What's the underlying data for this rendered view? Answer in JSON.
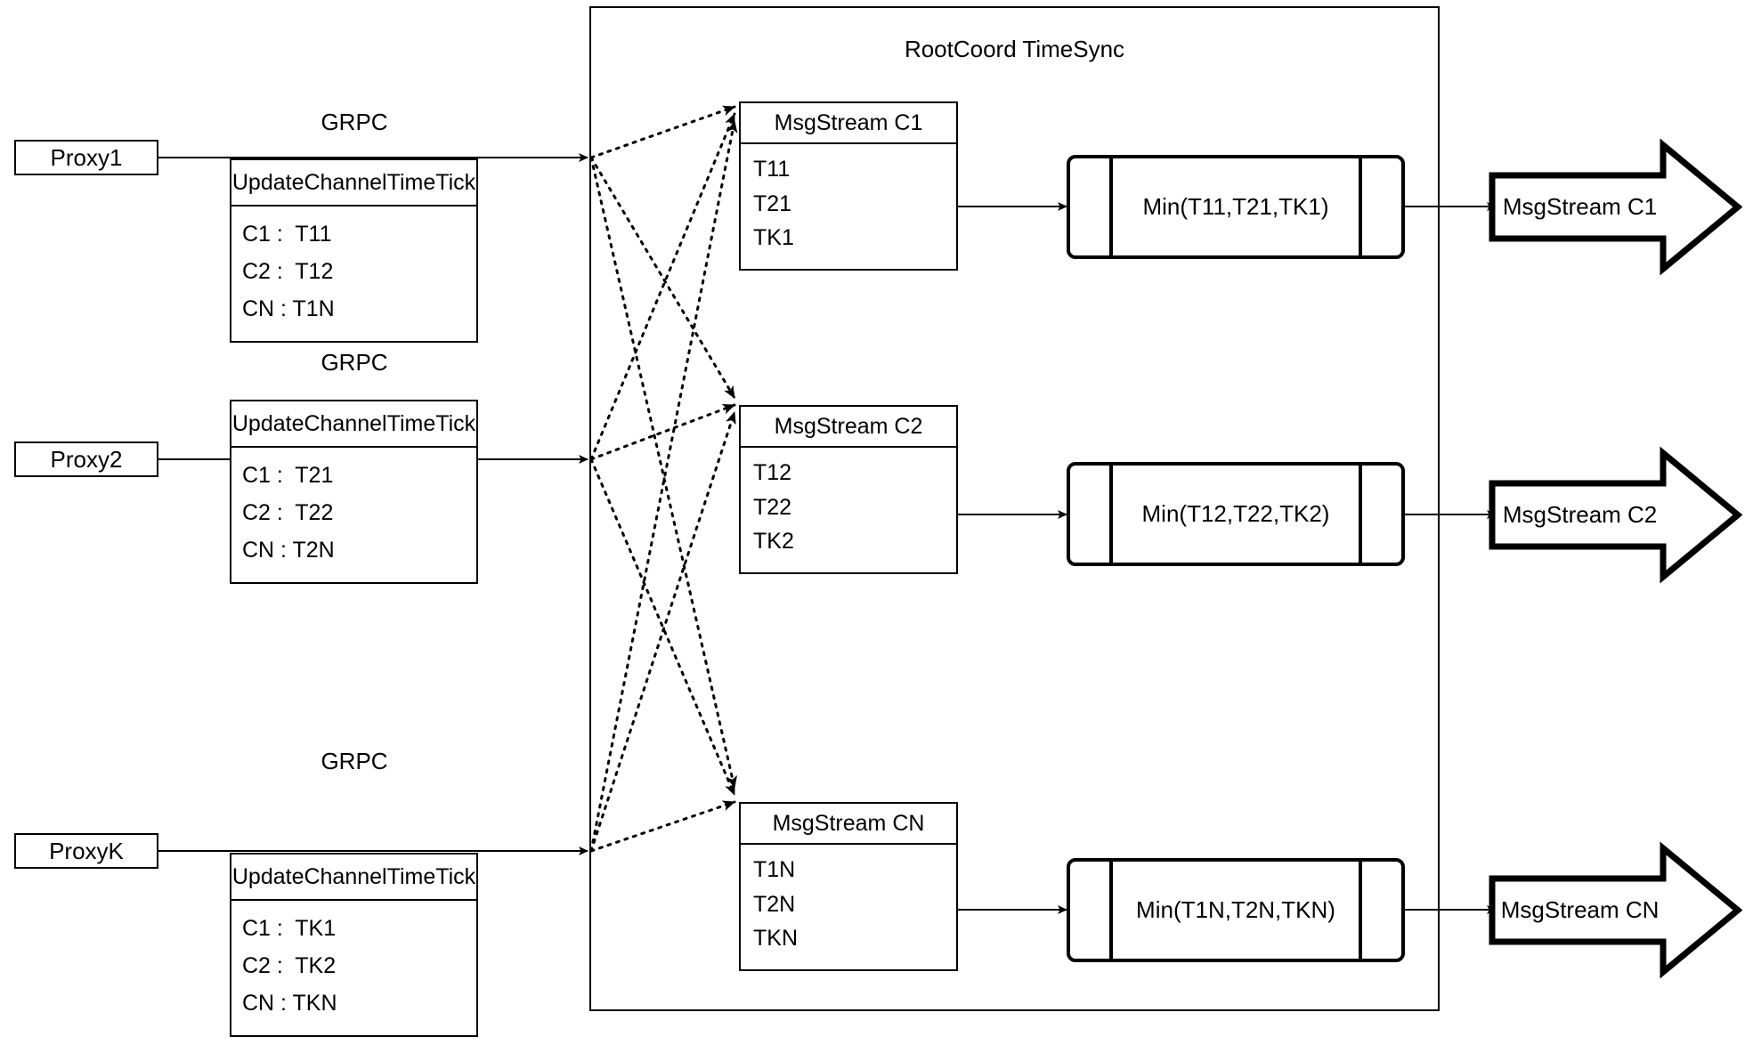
{
  "diagram": {
    "title": "RootCoord TimeSync",
    "grpc_label": "GRPC",
    "proxies": [
      {
        "name": "Proxy1",
        "link_label": "GRPC",
        "request": {
          "header": "UpdateChannelTimeTick",
          "rows": [
            "C1 :  T11",
            "C2 :  T12",
            "CN : T1N"
          ]
        }
      },
      {
        "name": "Proxy2",
        "link_label": "GRPC",
        "request": {
          "header": "UpdateChannelTimeTick",
          "rows": [
            "C1 :  T21",
            "C2 :  T22",
            "CN : T2N"
          ]
        }
      },
      {
        "name": "ProxyK",
        "link_label": "GRPC",
        "request": {
          "header": "UpdateChannelTimeTick",
          "rows": [
            "C1 :  TK1",
            "C2 :  TK2",
            "CN : TKN"
          ]
        }
      }
    ],
    "channels": [
      {
        "stream": {
          "header": "MsgStream C1",
          "rows": [
            "T11",
            "T21",
            "TK1"
          ]
        },
        "min": "Min(T11,T21,TK1)",
        "output": "MsgStream C1"
      },
      {
        "stream": {
          "header": "MsgStream C2",
          "rows": [
            "T12",
            "T22",
            "TK2"
          ]
        },
        "min": "Min(T12,T22,TK2)",
        "output": "MsgStream C2"
      },
      {
        "stream": {
          "header": "MsgStream CN",
          "rows": [
            "T1N",
            "T2N",
            "TKN"
          ]
        },
        "min": "Min(T1N,T2N,TKN)",
        "output": "MsgStream CN"
      }
    ],
    "colors": {
      "stroke": "#000000",
      "background": "#ffffff"
    }
  }
}
